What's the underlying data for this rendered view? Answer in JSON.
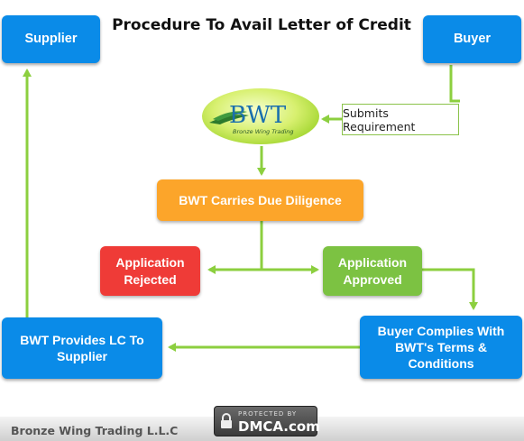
{
  "title": "Procedure To Avail Letter of Credit",
  "nodes": {
    "supplier": "Supplier",
    "buyer": "Buyer",
    "submits_requirement": "Submits Requirement",
    "due_diligence": "BWT Carries Due Diligence",
    "rejected": "Application Rejected",
    "approved": "Application Approved",
    "buyer_complies": "Buyer Complies With BWT's Terms & Conditions",
    "provides_lc": "BWT Provides LC To Supplier"
  },
  "logo": {
    "text": "BWT",
    "tagline": "Bronze Wing Trading"
  },
  "footer": {
    "company": "Bronze Wing Trading L.L.C"
  },
  "badge": {
    "top": "PROTECTED BY",
    "main": "DMCA.com"
  },
  "colors": {
    "blue": "#0a8be8",
    "orange": "#fca52a",
    "red": "#ef3b37",
    "green": "#7cc242",
    "connector": "#8ccf3f"
  }
}
